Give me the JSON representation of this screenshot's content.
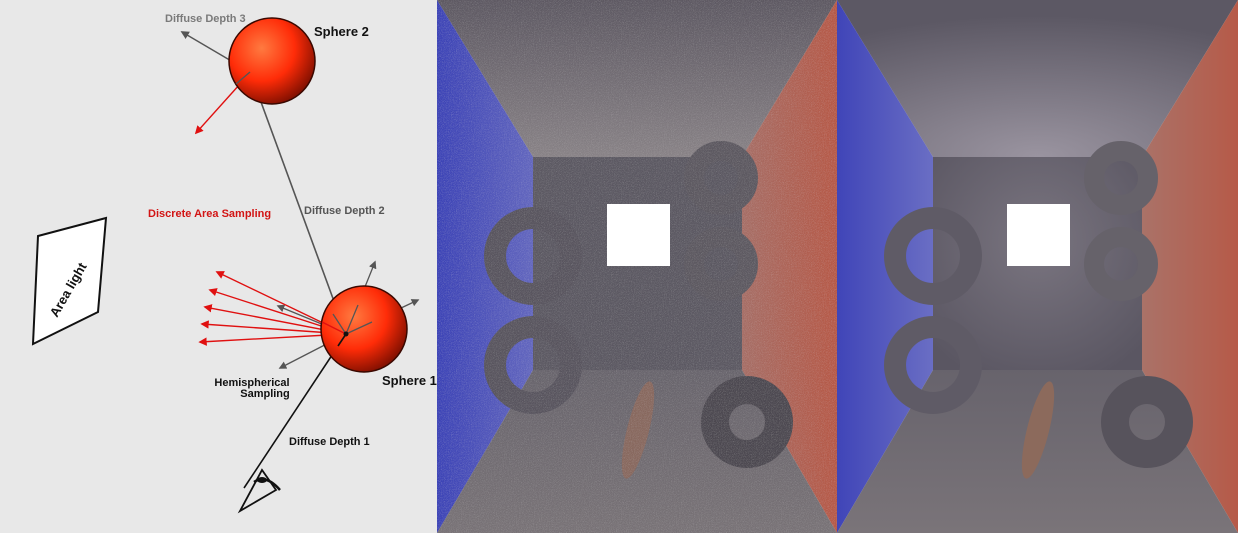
{
  "diagram": {
    "labels": {
      "diffuse_depth_3": "Diffuse Depth 3",
      "sphere_2": "Sphere 2",
      "discrete_area_sampling": "Discrete Area Sampling",
      "diffuse_depth_2": "Diffuse Depth 2",
      "area_light": "Area light",
      "hemispherical_line1": "Hemispherical",
      "hemispherical_line2": "Sampling",
      "sphere_1": "Sphere 1",
      "diffuse_depth_1": "Diffuse Depth 1"
    },
    "colors": {
      "background": "#e8e8e8",
      "sphere": "#ff3a10",
      "sampling_red": "#e01010",
      "ray_gray": "#555555",
      "label_red": "#d21414"
    }
  },
  "renders": {
    "noisy": {
      "variant": "noisy"
    },
    "clean": {
      "variant": "clean"
    },
    "colors": {
      "left_wall": "#5a5fc8",
      "right_wall": "#c87060",
      "back_wall": "#5e5b66",
      "ceiling": "#6f6a72",
      "floor": "#6d6870",
      "light": "#ffffff"
    }
  }
}
